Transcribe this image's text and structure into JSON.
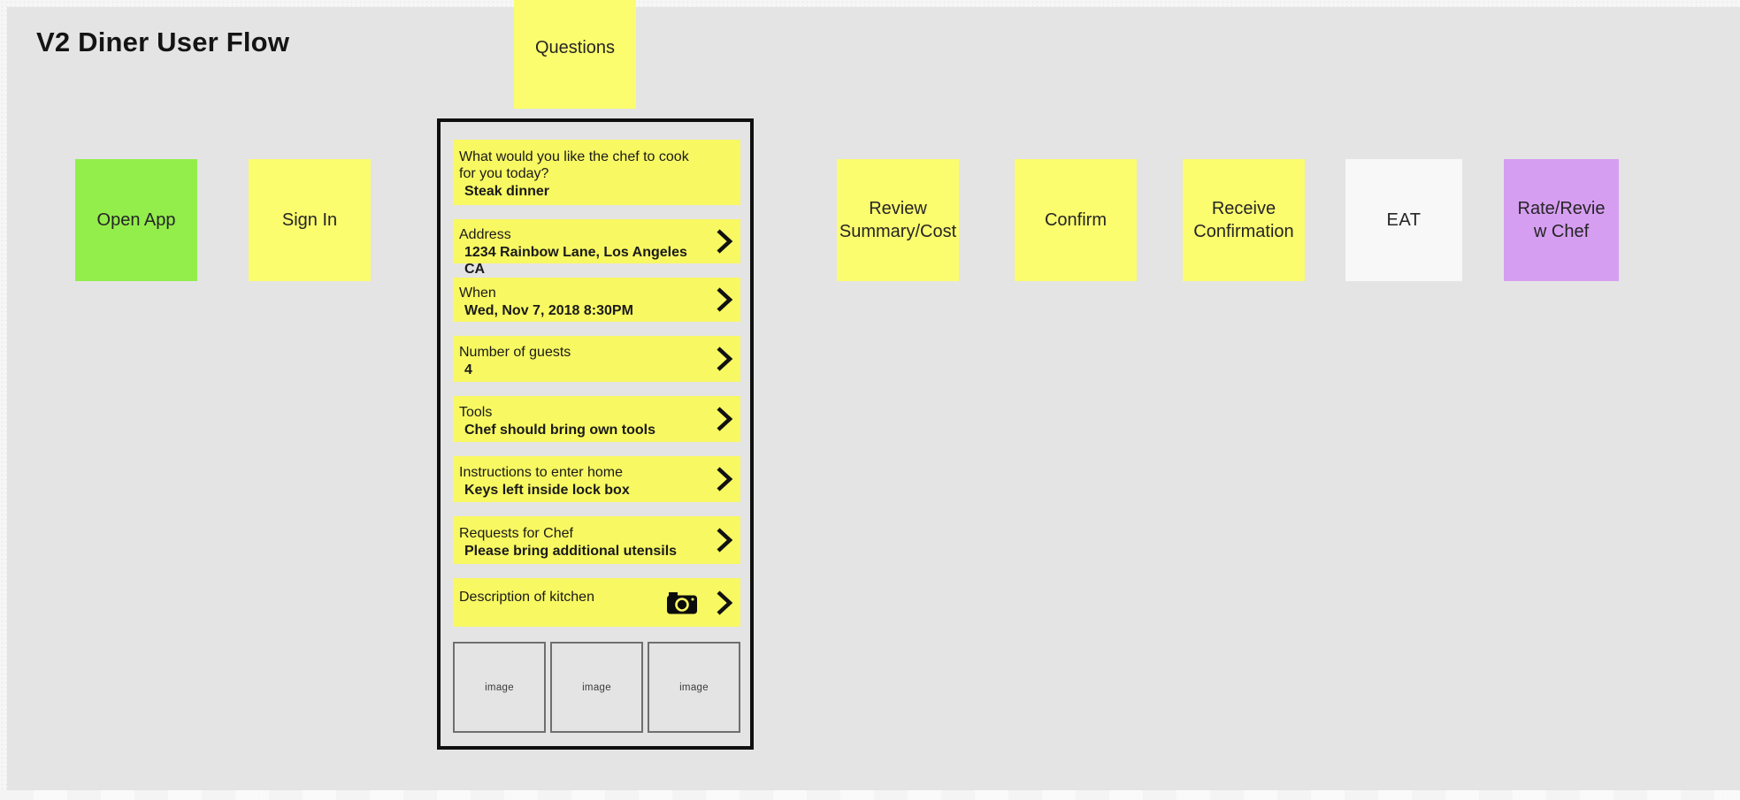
{
  "title": "V2 Diner User Flow",
  "palette": {
    "canvas_bg": "#e4e4e4",
    "page_margin_bg": "#f6f6f6",
    "note_yellow": "#fbfc6e",
    "row_yellow": "#f8f862",
    "note_green": "#93ee4c",
    "note_purple": "#d69ef1",
    "note_white": "#f8f8f8",
    "panel_border": "#0f0f0f",
    "text": "#1a1a1a"
  },
  "flow": {
    "questions_label": "Questions",
    "steps": [
      {
        "label": "Open App",
        "color": "#93ee4c"
      },
      {
        "label": "Sign In",
        "color": "#fbfc6e"
      },
      {
        "label": "Review\nSummary/Cost",
        "color": "#fbfc6e"
      },
      {
        "label": "Confirm",
        "color": "#fbfc6e"
      },
      {
        "label": "Receive\nConfirmation",
        "color": "#fbfc6e"
      },
      {
        "label": "EAT",
        "color": "#f8f8f8"
      },
      {
        "label": "Rate/Revie\nw Chef",
        "color": "#d69ef1"
      }
    ]
  },
  "questions_panel": {
    "rows": [
      {
        "label": "What would you like the chef to cook\nfor you today?",
        "value": "Steak dinner"
      },
      {
        "label": "Address",
        "value": "1234 Rainbow Lane, Los Angeles CA"
      },
      {
        "label": "When",
        "value": "Wed, Nov 7, 2018 8:30PM"
      },
      {
        "label": "Number of guests",
        "value": "4"
      },
      {
        "label": "Tools",
        "value": "Chef should bring own tools"
      },
      {
        "label": "Instructions to enter home",
        "value": "Keys left inside lock box"
      },
      {
        "label": "Requests for Chef",
        "value": "Please bring additional utensils"
      },
      {
        "label": "Description of kitchen",
        "value": ""
      }
    ],
    "image_placeholders": [
      "image",
      "image",
      "image"
    ]
  }
}
